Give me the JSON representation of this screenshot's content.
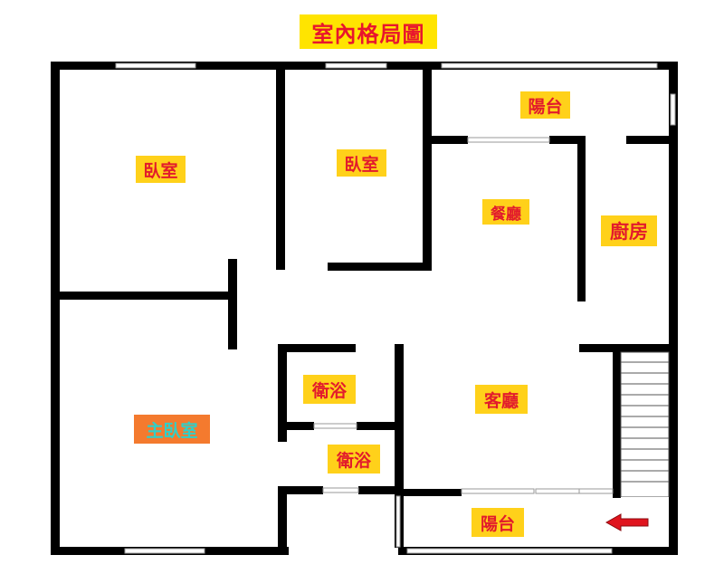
{
  "title": "室內格局圖",
  "rooms": {
    "bedroom_left": "臥室",
    "bedroom_mid": "臥室",
    "balcony_top": "陽台",
    "dining": "餐廳",
    "kitchen": "廚房",
    "bath_upper": "衛浴",
    "living": "客廳",
    "master_bedroom": "主臥室",
    "bath_lower": "衛浴",
    "balcony_bottom": "陽台"
  },
  "colors": {
    "wall": "#000000",
    "label_bg": "#ffd11a",
    "label_text": "#e21b2c",
    "master_bg": "#f47a2e",
    "master_text": "#2fd0c8",
    "entrance_arrow": "#e0141e"
  },
  "icons": {
    "entrance": "red-arrow-left-icon",
    "stairs": "staircase-icon"
  }
}
